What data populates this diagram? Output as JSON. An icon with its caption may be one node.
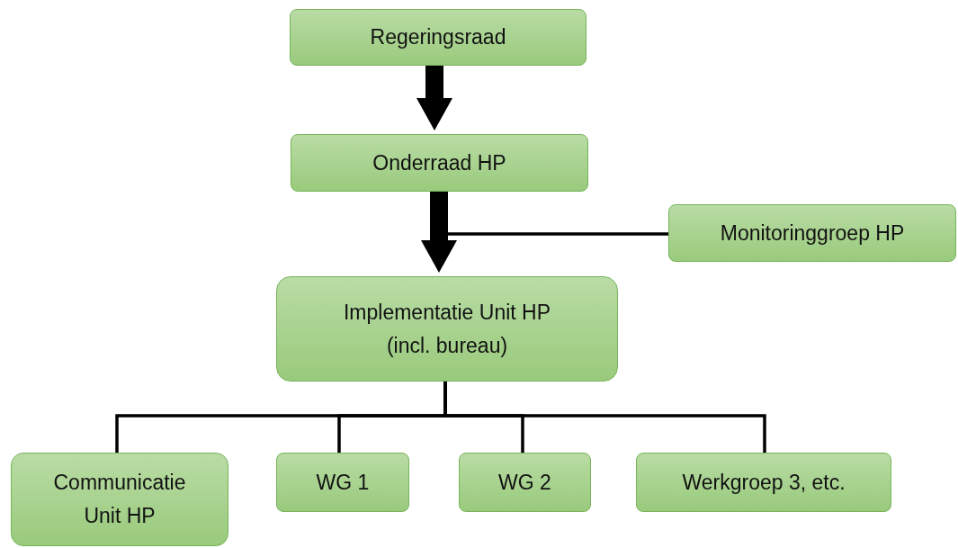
{
  "diagram": {
    "nodes": [
      {
        "text": [
          "Regeringsraad"
        ]
      },
      {
        "text": [
          "Onderraad HP"
        ]
      },
      {
        "text": [
          "Monitoringgroep HP"
        ]
      },
      {
        "text": [
          "Implementatie Unit HP (incl. bureau)"
        ]
      },
      {
        "text": [
          "Communicatie Unit HP"
        ]
      },
      {
        "text": [
          "WG 1"
        ]
      },
      {
        "text": [
          "WG 2"
        ]
      },
      {
        "text": [
          "Werkgroep 3, etc."
        ]
      }
    ],
    "edges": [
      {
        "from": 0,
        "to": 1,
        "arrow": "to",
        "style": "thick"
      },
      {
        "from": 1,
        "to": 3,
        "arrow": "to",
        "style": "thick"
      },
      {
        "from": 2,
        "to": null,
        "arrow": "none"
      },
      {
        "from": 3,
        "to": 4,
        "arrow": "none"
      },
      {
        "from": 3,
        "to": 5,
        "arrow": "none"
      },
      {
        "from": 3,
        "to": 6,
        "arrow": "none"
      },
      {
        "from": 3,
        "to": 7,
        "arrow": "none"
      }
    ]
  }
}
